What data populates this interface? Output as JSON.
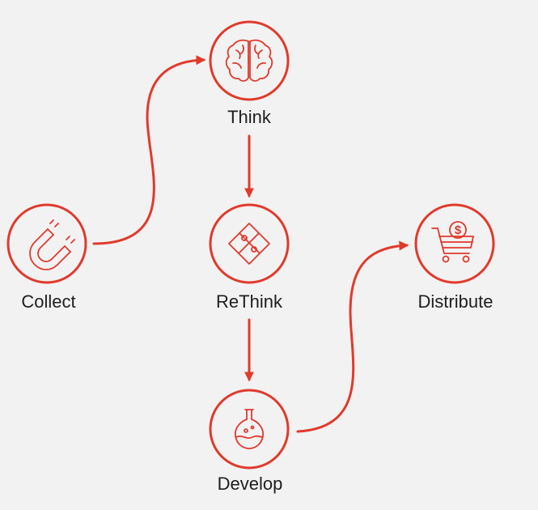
{
  "colors": {
    "accent": "#e13a2c",
    "background": "#f2f2f2",
    "text": "#1e1e1e"
  },
  "nodes": {
    "think": {
      "label": "Think",
      "icon": "brain-icon"
    },
    "collect": {
      "label": "Collect",
      "icon": "magnet-icon"
    },
    "rethink": {
      "label": "ReThink",
      "icon": "puzzle-refresh-icon"
    },
    "distribute": {
      "label": "Distribute",
      "icon": "shopping-cart-dollar-icon"
    },
    "develop": {
      "label": "Develop",
      "icon": "flask-icon"
    }
  },
  "connections": [
    {
      "from": "Collect",
      "to": "Think"
    },
    {
      "from": "Think",
      "to": "ReThink"
    },
    {
      "from": "ReThink",
      "to": "Develop"
    },
    {
      "from": "Develop",
      "to": "Distribute"
    }
  ],
  "icons": {
    "distribute_currency": "$"
  }
}
